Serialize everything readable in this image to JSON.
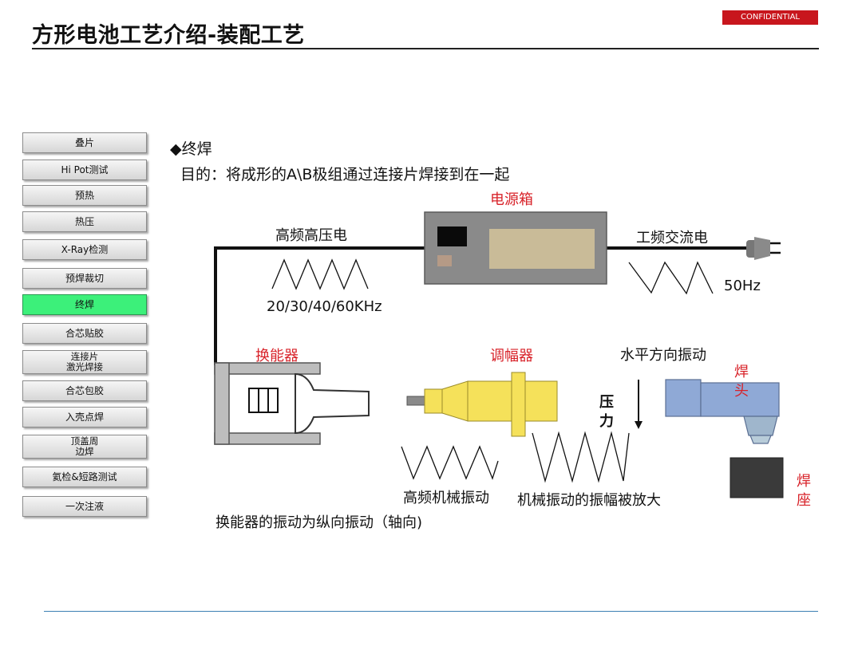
{
  "header": {
    "title": "方形电池工艺介绍-装配工艺",
    "confidential": "CONFIDENTIAL"
  },
  "sidebar": {
    "items": [
      {
        "label": "叠片"
      },
      {
        "label": "Hi Pot测试"
      },
      {
        "label": "预热"
      },
      {
        "label": "热压"
      },
      {
        "label": "X-Ray检测"
      },
      {
        "label": "预焊裁切"
      },
      {
        "label": "终焊",
        "active": true
      },
      {
        "label": "合芯贴胶"
      },
      {
        "label_line1": "连接片",
        "label_line2": "激光焊接"
      },
      {
        "label": "合芯包胶"
      },
      {
        "label": "入壳点焊"
      },
      {
        "label_line1": "顶盖周",
        "label_line2": "边焊"
      },
      {
        "label": "氦检&短路测试"
      },
      {
        "label": "一次注液"
      }
    ]
  },
  "main": {
    "section_title": "◆终焊",
    "purpose": "目的：将成形的A\\B极组通过连接片焊接到在一起",
    "diagram": {
      "power_box": "电源箱",
      "hf_hv": "高频高压电",
      "freq_hf": "20/30/40/60KHz",
      "mains": "工频交流电",
      "freq_mains": "50Hz",
      "transducer": "换能器",
      "booster": "调幅器",
      "horizontal_vibration": "水平方向振动",
      "pressure": "压力",
      "weld_head": "焊头",
      "anvil": "焊座",
      "hf_mech_vibration": "高频机械振动",
      "amplitude_amplified": "机械振动的振幅被放大",
      "transducer_note": "换能器的振动为纵向振动（轴向)"
    },
    "colors": {
      "label_red": "#d8232a",
      "booster_yellow": "#f5e15a",
      "weld_head_blue": "#8fa9d6",
      "power_box_grey": "#8a8a8a",
      "active_green": "#3cf07a"
    }
  }
}
